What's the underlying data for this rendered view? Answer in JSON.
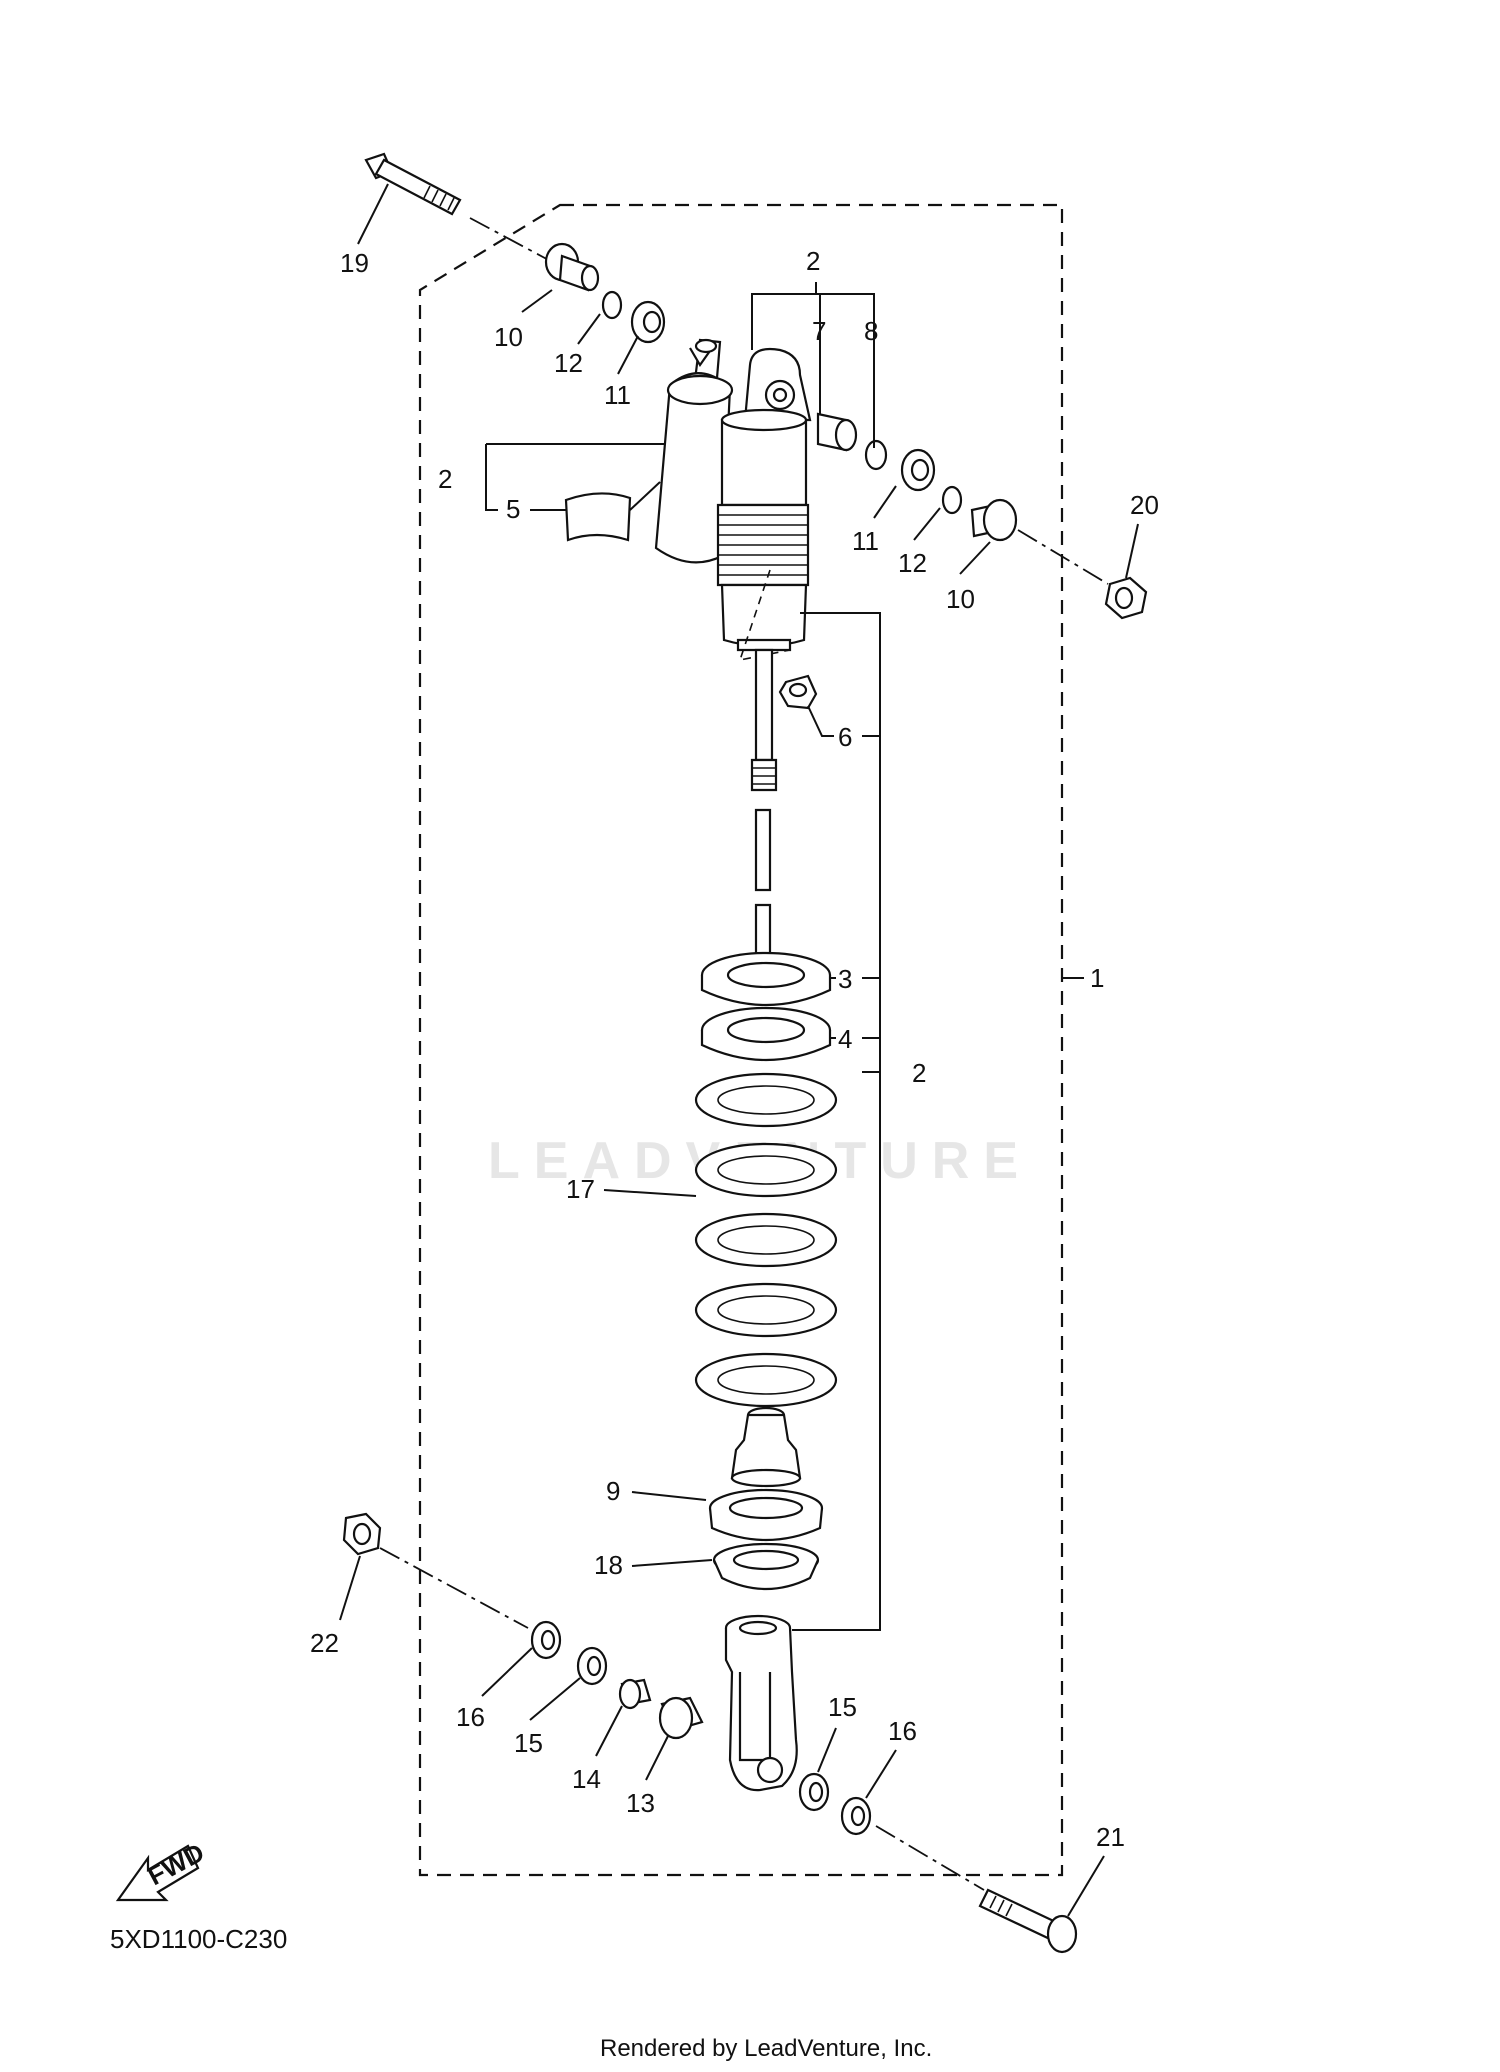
{
  "diagram": {
    "code": "5XD1100-C230",
    "watermark": "LEADVENTURE",
    "footer": "Rendered by LeadVenture, Inc.",
    "fwd_label": "FWD",
    "callouts": {
      "c1": "1",
      "c2_top": "2",
      "c2_left": "2",
      "c2_right": "2",
      "c3": "3",
      "c4": "4",
      "c5": "5",
      "c6": "6",
      "c7": "7",
      "c8": "8",
      "c9": "9",
      "c10_left": "10",
      "c10_right": "10",
      "c11_left": "11",
      "c11_right": "11",
      "c12_left": "12",
      "c12_right": "12",
      "c13": "13",
      "c14": "14",
      "c15_left": "15",
      "c15_right": "15",
      "c16_left": "16",
      "c16_right": "16",
      "c17": "17",
      "c18": "18",
      "c19": "19",
      "c20": "20",
      "c21": "21",
      "c22": "22"
    }
  }
}
